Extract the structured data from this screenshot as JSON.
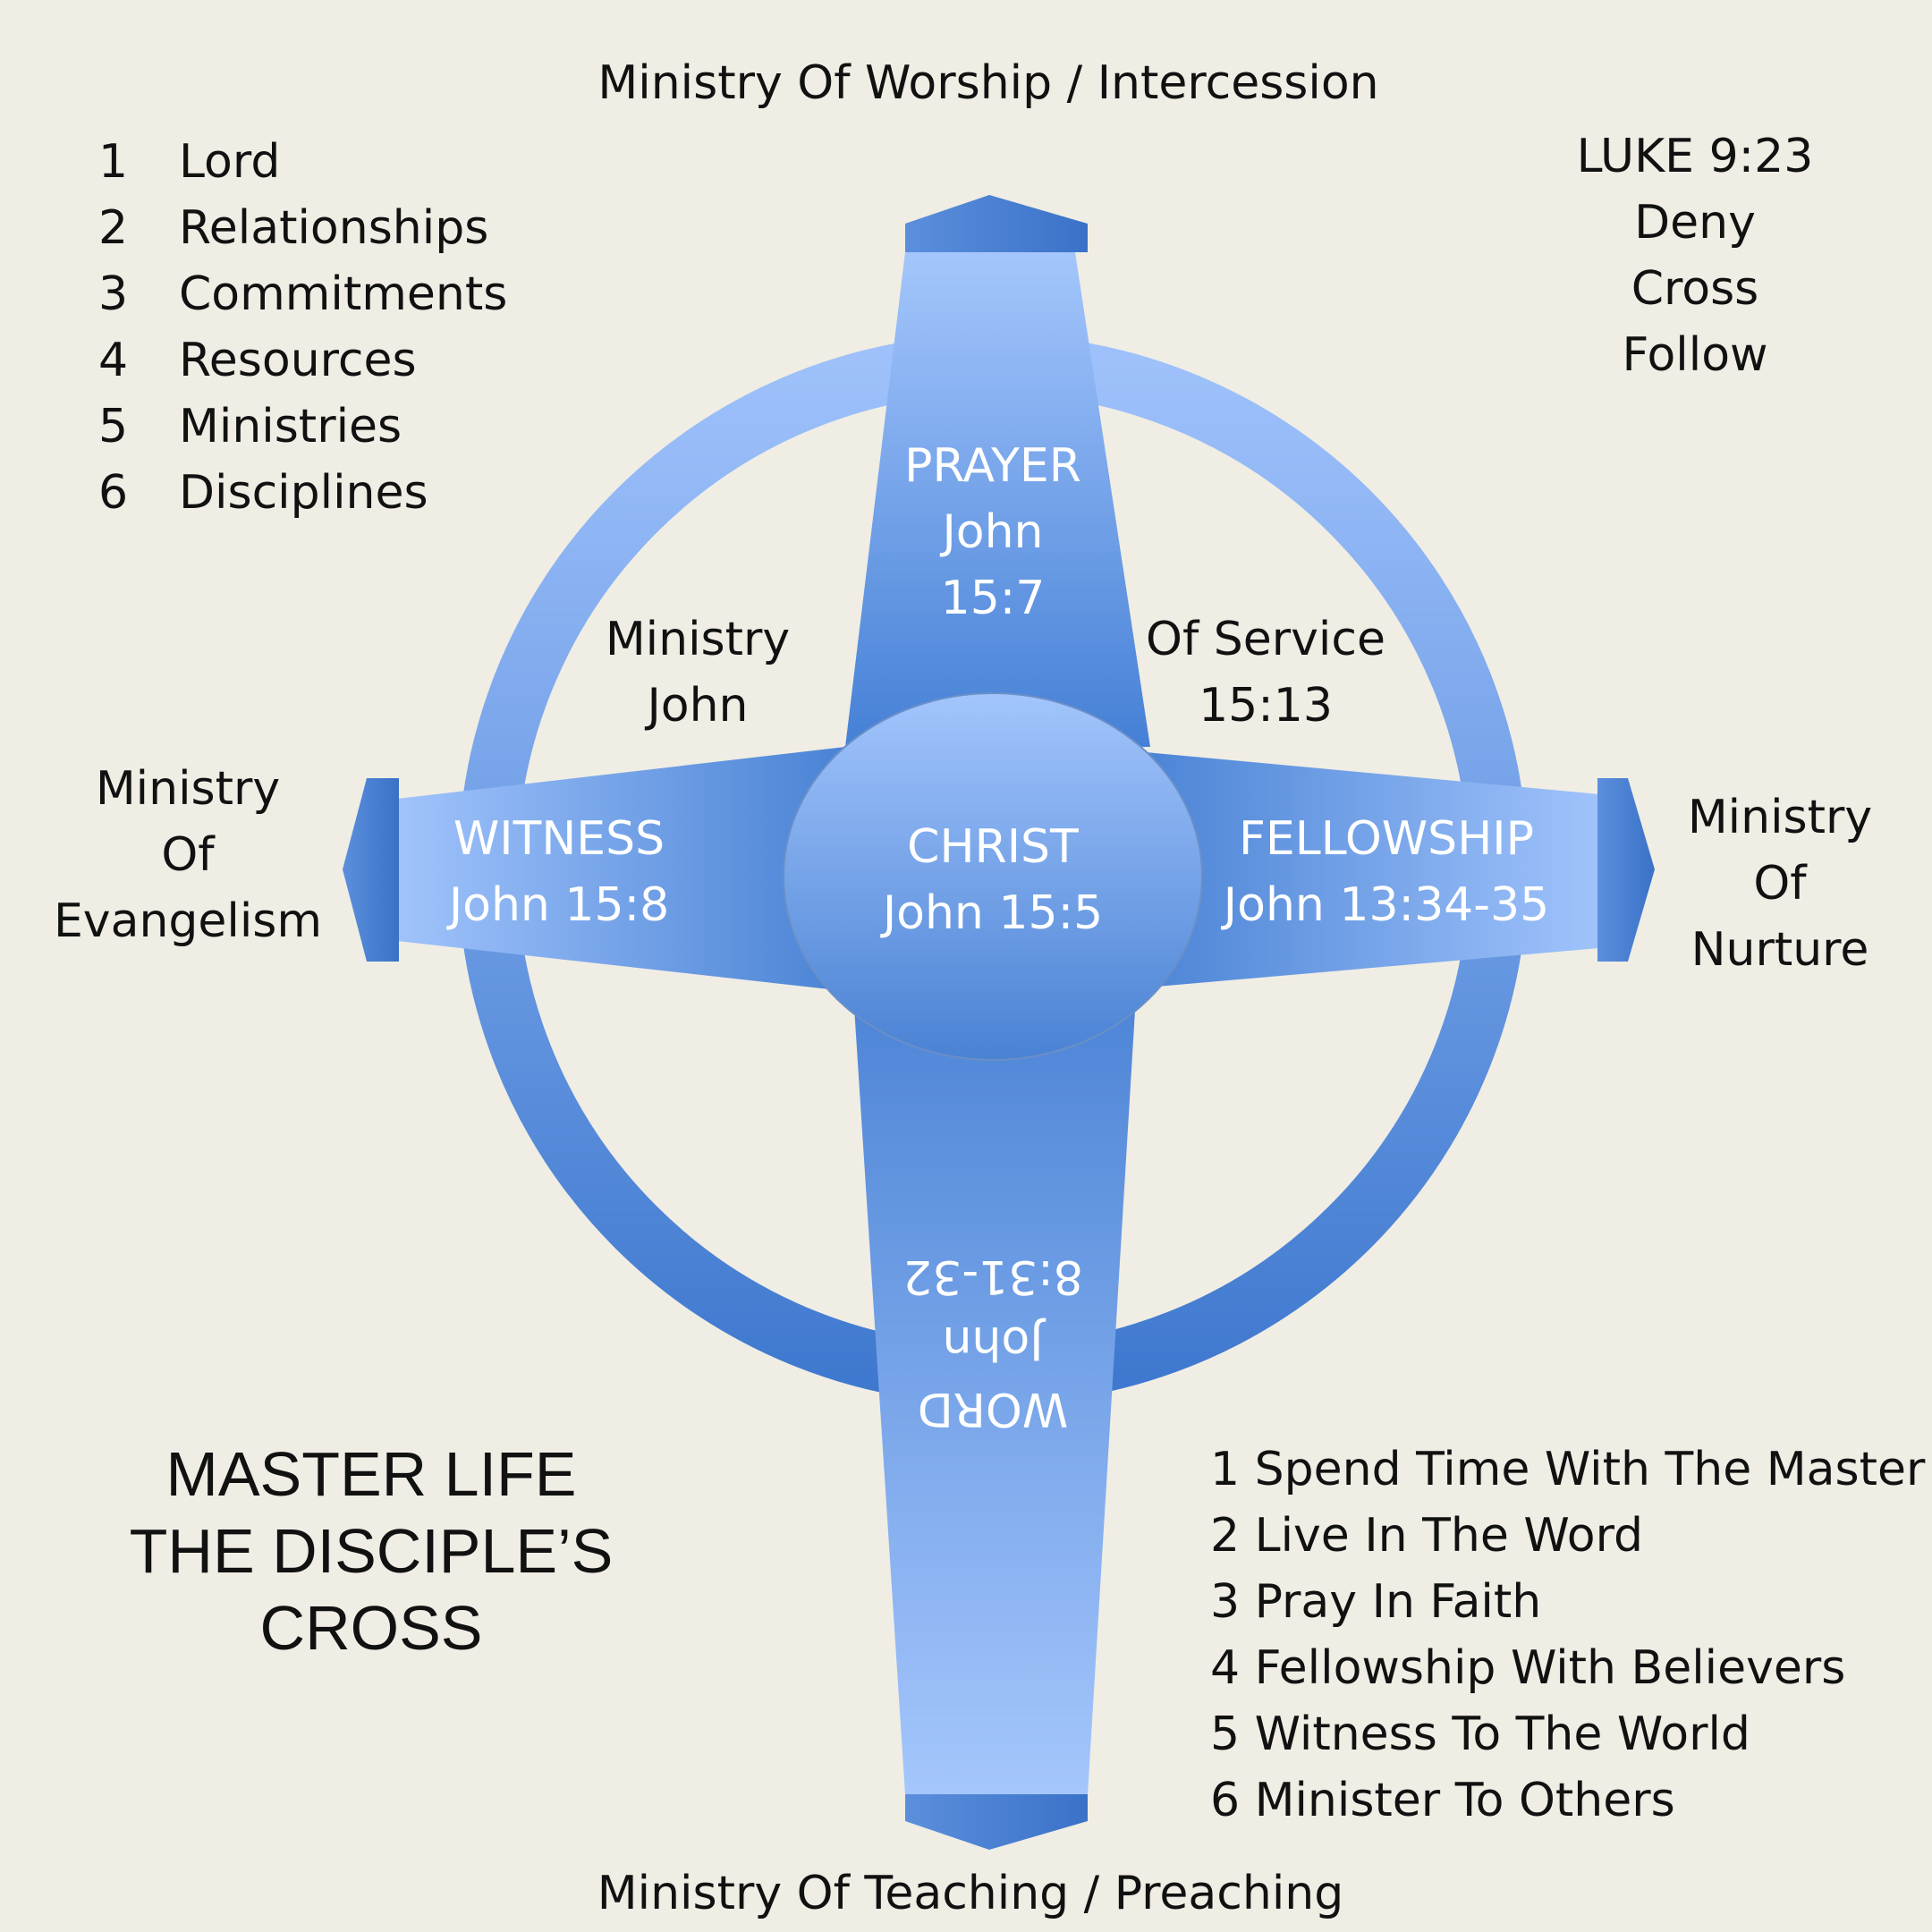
{
  "top_label": "Ministry Of Worship / Intercession",
  "bottom_label": "Ministry Of Teaching / Preaching",
  "left_label": [
    "Ministry",
    "Of",
    "Evangelism"
  ],
  "right_label": [
    "Ministry",
    "Of",
    "Nurture"
  ],
  "luke": [
    "LUKE 9:23",
    "Deny",
    "Cross",
    "Follow"
  ],
  "lordship_list": [
    {
      "num": "1",
      "text": "Lord"
    },
    {
      "num": "2",
      "text": "Relationships"
    },
    {
      "num": "3",
      "text": "Commitments"
    },
    {
      "num": "4",
      "text": "Resources"
    },
    {
      "num": "5",
      "text": "Ministries"
    },
    {
      "num": "6",
      "text": "Disciplines"
    }
  ],
  "center": {
    "title": "CHRIST",
    "verse": "John 15:5"
  },
  "prayer": {
    "title": "PRAYER",
    "line2": "John",
    "line3": "15:7"
  },
  "witness": {
    "title": "WITNESS",
    "verse": "John 15:8"
  },
  "fellowship": {
    "title": "FELLOWSHIP",
    "verse": "John 13:34-35"
  },
  "word": {
    "title": "WORD",
    "line2": "John",
    "line3": "8:31-32"
  },
  "service_left": [
    "Ministry",
    "John"
  ],
  "service_right": [
    "Of Service",
    "15:13"
  ],
  "main_title": [
    "MASTER LIFE",
    "THE DISCIPLE’S",
    "CROSS"
  ],
  "disciplines": [
    "1 Spend Time With The Master",
    "2 Live In The Word",
    "3 Pray In Faith",
    "4 Fellowship With Believers",
    "5 Witness To The World",
    "6 Minister To Others"
  ],
  "colors": {
    "background": "#efede4",
    "blue_light": "#9cc0fb",
    "blue_dark": "#4a82d4",
    "text": "#111111"
  }
}
